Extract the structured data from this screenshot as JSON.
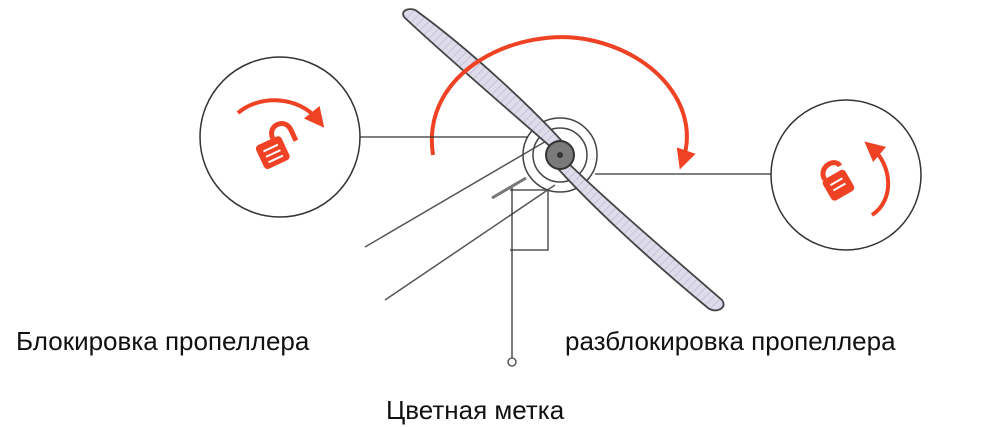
{
  "labels": {
    "lock": "Блокировка пропеллера",
    "unlock": "разблокировка пропеллера",
    "color_mark": "Цветная метка"
  },
  "colors": {
    "accent_arrow": "#ef4123",
    "blade_fill": "#d9d6e6",
    "line": "#333333",
    "hub": "#7a7a7a"
  },
  "icons": {
    "lock_callout": "padlock-closed-icon",
    "unlock_callout": "padlock-open-icon",
    "rotation": "curved-arrow-icon"
  }
}
